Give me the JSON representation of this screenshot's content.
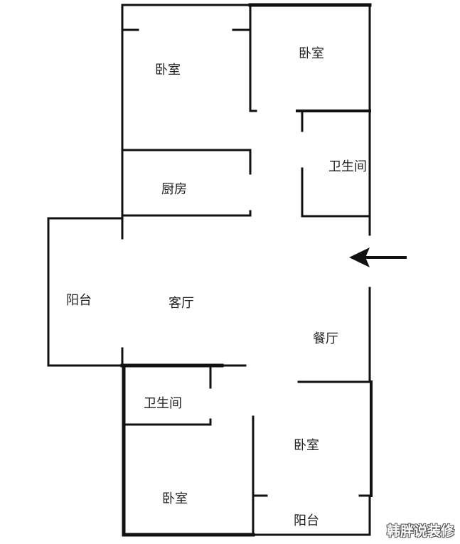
{
  "rooms": {
    "bedroom_top_left": "卧室",
    "bedroom_top_right": "卧室",
    "bathroom_top": "卫生间",
    "kitchen": "厨房",
    "balcony_left": "阳台",
    "living_room": "客厅",
    "dining_room": "餐厅",
    "bathroom_bottom": "卫生间",
    "bedroom_bottom_right": "卧室",
    "bedroom_bottom_left": "卧室",
    "balcony_bottom": "阳台"
  },
  "entrance_arrow": "arrow-left-icon",
  "watermark": "韩胖说装修",
  "colors": {
    "wall": "#111111",
    "background": "#ffffff"
  }
}
